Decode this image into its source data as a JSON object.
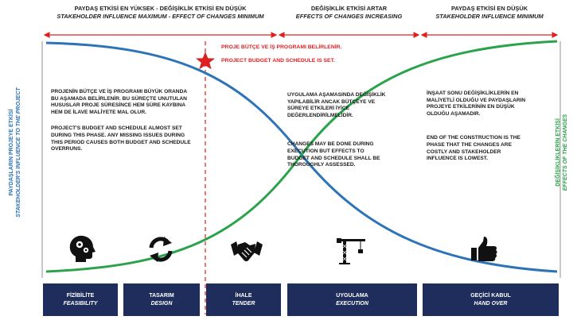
{
  "headers": [
    {
      "line1": "PAYDAŞ ETKİSİ EN YÜKSEK - DEĞİŞİKLİK ETKİSİ EN DÜŞÜK",
      "line2": "STAKEHOLDER INFLUENCE MAXIMUM - EFFECT OF CHANGES MINIMUM"
    },
    {
      "line1": "DEĞİŞİKLİK ETKİSİ ARTAR",
      "line2": "EFFECTS OF CHANGES INCREASING"
    },
    {
      "line1": "PAYDAŞ ETKİSİ EN DÜŞÜK",
      "line2": "STAKEHOLDER INFLUENCE MINIMUM"
    }
  ],
  "left_axis": {
    "line1": "PAYDAŞLARIN PROJEYE ETKİSİ",
    "line2": "STAKEHOLDER'S INFLUENCE TO THE PROJECT"
  },
  "right_axis": {
    "line1": "DEĞİŞİKLİKLERİN ETKİSİ",
    "line2": "EFFECTS OF THE CHANGES"
  },
  "callout": {
    "tr": "PROJE BÜTÇE VE İŞ PROGRAMI BELİRLENİR.",
    "en": "PROJECT BUDGET AND SCHEDULE IS SET."
  },
  "blocks": [
    {
      "tr": "PROJENİN BÜTÇE VE İŞ PROGRAMI BÜYÜK ORANDA BU AŞAMADA BELİRLENİR. BU SÜREÇTE UNUTULAN HUSUSLAR PROJE SÜRESİNCE HEM SÜRE KAYBINA HEM DE İLAVE MALİYETE MAL OLUR.",
      "en": "PROJECT'S BUDGET AND SCHEDULE ALMOST SET DURING THIS PHASE. ANY MISSING ISSUES DURING THIS PERIOD CAUSES BOTH BUDGET AND SCHEDULE OVERRUNS."
    },
    {
      "tr": "UYGULAMA AŞAMASINDA DEĞİŞİKLİK YAPILABİLİR ANCAK BÜTÇEYE VE SÜREYE ETKİLERİ İYİCE DEĞERLENDİRİLMELİDİR.",
      "en": "CHANGES MAY BE DONE DURING EXECUTION BUT EFFECTS TO BUDGET AND SCHEDULE SHALL BE THOROUGHLY ASSESSED."
    },
    {
      "tr": "İNŞAAT SONU DEĞİŞİKLİKLERİN EN MALİYETLİ OLDUĞU VE PAYDAŞLARIN PROJEYE ETKİLERİNİN EN DÜŞÜK OLDUĞU AŞAMADIR.",
      "en": "END OF THE CONSTRUCTION IS THE PHASE THAT THE CHANGES ARE COSTLY AND STAKEHOLDER INFLUENCE IS LOWEST."
    }
  ],
  "phases": [
    {
      "tr": "FİZİBİLİTE",
      "en": "FEASIBILITY"
    },
    {
      "tr": "TASARIM",
      "en": "DESIGN"
    },
    {
      "tr": "İHALE",
      "en": "TENDER"
    },
    {
      "tr": "UYGULAMA",
      "en": "EXECUTION"
    },
    {
      "tr": "GEÇİCİ KABUL",
      "en": "HAND OVER"
    }
  ],
  "icons": [
    "head-gears-icon",
    "refresh-arrows-icon",
    "handshake-icon",
    "crane-icon",
    "thumbs-up-icon"
  ],
  "colors": {
    "influence_curve": "#2d73b8",
    "changes_curve": "#2aa34a",
    "accent_red": "#e02020",
    "footer_bg": "#1f2d5c"
  }
}
